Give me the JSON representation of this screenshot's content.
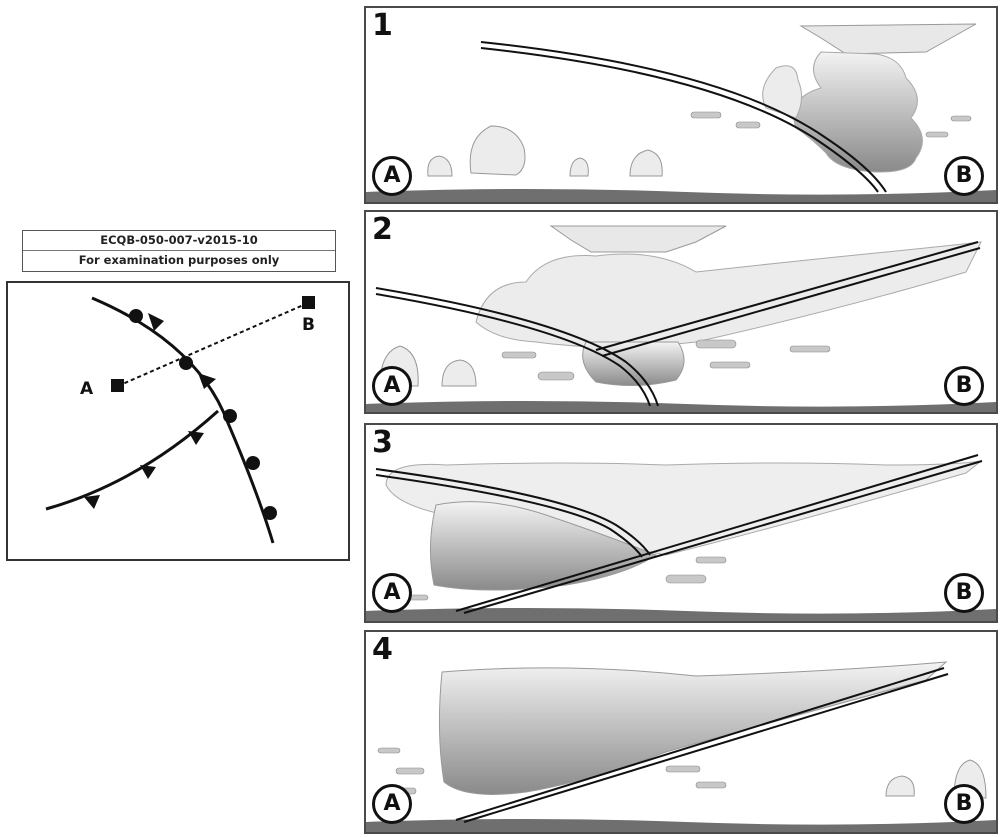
{
  "header": {
    "code": "ECQB-050-007-v2015-10",
    "note": "For examination purposes only"
  },
  "map": {
    "point_a": "A",
    "point_b": "B"
  },
  "panels": [
    {
      "number": "1",
      "left_label": "A",
      "right_label": "B"
    },
    {
      "number": "2",
      "left_label": "A",
      "right_label": "B"
    },
    {
      "number": "3",
      "left_label": "A",
      "right_label": "B"
    },
    {
      "number": "4",
      "left_label": "A",
      "right_label": "B"
    }
  ],
  "colors": {
    "front_line": "#111111",
    "cloud_light": "#f1f1f1",
    "cloud_dark": "#8a8a8a",
    "ground": "#6f6f6f"
  }
}
